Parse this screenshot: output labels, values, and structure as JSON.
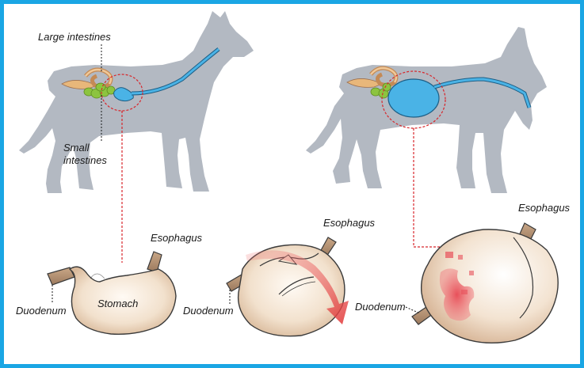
{
  "labels": {
    "large_intestines": "Large intestines",
    "small_intestines_line1": "Small",
    "small_intestines_line2": "intestines",
    "esophagus_1": "Esophagus",
    "esophagus_2": "Esophagus",
    "esophagus_3": "Esophagus",
    "duodenum_1": "Duodenum",
    "duodenum_2": "Duodenum",
    "duodenum_3": "Duodenum",
    "stomach": "Stomach"
  },
  "colors": {
    "border": "#1aa6e4",
    "dog_silhouette": "#b3b9c2",
    "stomach_tissue": "#f3e2cf",
    "stomach_outline": "#3a3a3a",
    "esophagus_blue": "#4ab3e6",
    "small_intestine_green": "#8cc43f",
    "large_intestine_orange": "#e8b77a",
    "marker_red": "#d8262b",
    "rotation_arrow": "#e84c4c",
    "necrosis_red": "#e8505a"
  },
  "panels": [
    {
      "name": "normal-stomach"
    },
    {
      "name": "twisting-stomach"
    },
    {
      "name": "bloated-stomach"
    }
  ]
}
